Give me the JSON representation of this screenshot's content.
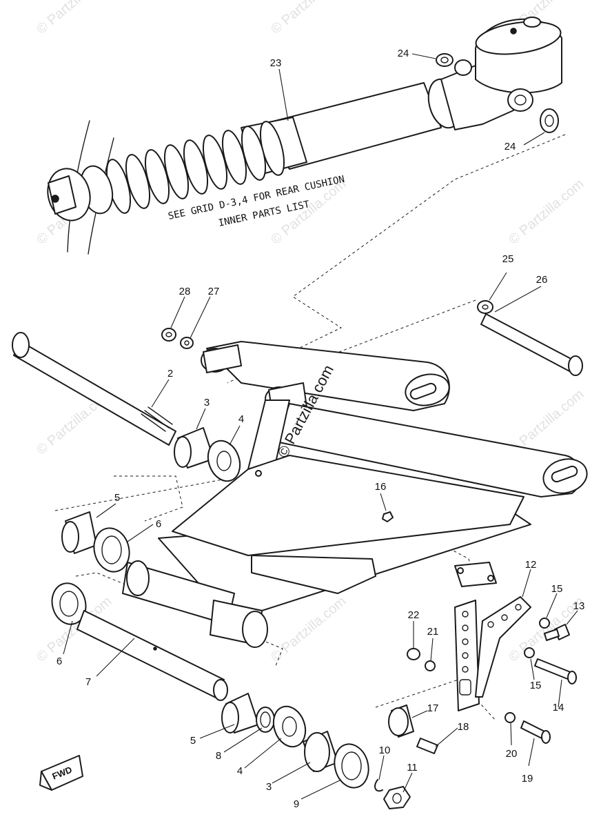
{
  "note": {
    "line1": "SEE GRID D-3,4 FOR REAR CUSHION",
    "line2": "INNER PARTS LIST"
  },
  "watermark": {
    "repeat": "© Partzilla.com",
    "center": "© Partzilla.com"
  },
  "fwd_label": "FWD",
  "callouts": {
    "c2": "2",
    "c3a": "3",
    "c4a": "4",
    "c5a": "5",
    "c6a": "6",
    "c6b": "6",
    "c7": "7",
    "c5b": "5",
    "c8": "8",
    "c4b": "4",
    "c3b": "3",
    "c9": "9",
    "c10": "10",
    "c11": "11",
    "c12": "12",
    "c13": "13",
    "c14": "14",
    "c15a": "15",
    "c15b": "15",
    "c16": "16",
    "c17": "17",
    "c18": "18",
    "c19": "19",
    "c20": "20",
    "c21": "21",
    "c22": "22",
    "c23": "23",
    "c24a": "24",
    "c24b": "24",
    "c25": "25",
    "c26": "26",
    "c27": "27",
    "c28": "28"
  }
}
